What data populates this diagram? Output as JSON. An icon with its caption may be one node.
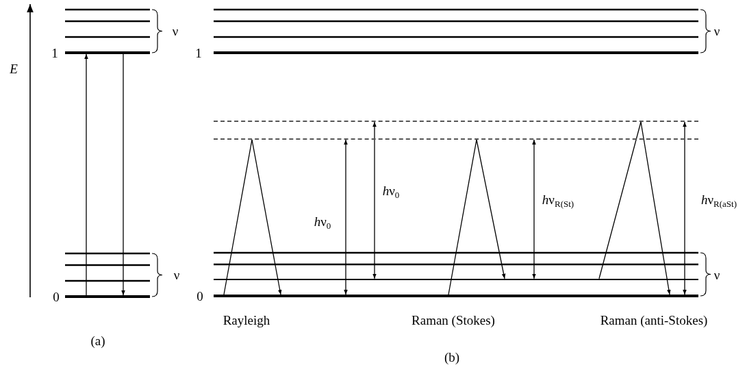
{
  "diagram": {
    "nodes": [
      {
        "text": [],
        "shape": "bar",
        "beside": [
          "1"
        ]
      },
      {
        "text": [],
        "shape": "bar",
        "beside": [
          "0"
        ]
      },
      {
        "text": [],
        "shape": "bar"
      },
      {
        "text": [],
        "shape": "bar"
      },
      {
        "text": [],
        "shape": "bar"
      },
      {
        "text": [],
        "shape": "bar",
        "beside": [
          "0"
        ]
      }
    ],
    "edges": [
      {
        "from": 1,
        "to": 0,
        "arrow": "to"
      },
      {
        "from": 0,
        "to": 1,
        "arrow": "to"
      },
      {
        "from": 5,
        "to": 3,
        "arrow": "none"
      },
      {
        "from": 3,
        "to": 5,
        "arrow": "to"
      },
      {
        "from": 5,
        "to": 3,
        "arrow": "both",
        "label": "hν$_{0}$"
      },
      {
        "from": 4,
        "to": 2,
        "arrow": "both",
        "label": "hν$_{0}$"
      },
      {
        "from": 5,
        "to": 3,
        "arrow": "none"
      },
      {
        "from": 3,
        "to": 4,
        "arrow": "to"
      },
      {
        "from": 4,
        "to": 3,
        "arrow": "both",
        "label": "hν$_{R(St)}$"
      },
      {
        "from": 4,
        "to": 2,
        "arrow": "none"
      },
      {
        "from": 2,
        "to": 5,
        "arrow": "to"
      },
      {
        "from": 5,
        "to": 2,
        "arrow": "both",
        "label": "hν$_{R(aSt)}$"
      }
    ],
    "labels": [
      "E",
      "ν",
      "ν",
      "(a)",
      "1",
      "ν",
      "ν",
      "Rayleigh",
      "Raman (Stokes)",
      "Raman (anti-Stokes)",
      "(b)"
    ]
  }
}
